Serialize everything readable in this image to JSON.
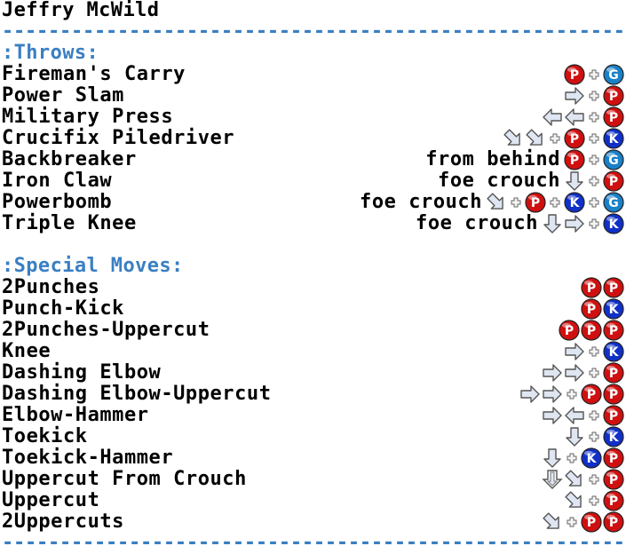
{
  "title": "Jeffry McWild",
  "separator": "--------------------------------------------------------",
  "colors": {
    "section": "#3a7fc2",
    "punch": "#d01010",
    "kick": "#1030c8",
    "guard": "#1a80c8",
    "arrow": "#dfe6f2"
  },
  "sections": [
    {
      "label": ":Throws:",
      "moves": [
        {
          "name": "Fireman's Carry",
          "note": "",
          "input": [
            "P",
            "+",
            "G"
          ]
        },
        {
          "name": "Power Slam",
          "note": "",
          "input": [
            "right",
            "+",
            "P"
          ]
        },
        {
          "name": "Military Press",
          "note": "",
          "input": [
            "left",
            "left",
            "+",
            "P"
          ]
        },
        {
          "name": "Crucifix Piledriver",
          "note": "",
          "input": [
            "downright",
            "downright",
            "+",
            "P",
            "+",
            "K"
          ]
        },
        {
          "name": "Backbreaker",
          "note": "from behind",
          "input": [
            "P",
            "+",
            "G"
          ]
        },
        {
          "name": "Iron Claw",
          "note": "foe crouch",
          "input": [
            "down",
            "+",
            "P"
          ]
        },
        {
          "name": "Powerbomb",
          "note": "foe crouch",
          "input": [
            "downright",
            "+",
            "P",
            "+",
            "K",
            "+",
            "G"
          ]
        },
        {
          "name": "Triple Knee",
          "note": "foe crouch",
          "input": [
            "down",
            "right",
            "+",
            "K"
          ]
        }
      ]
    },
    {
      "label": ":Special Moves:",
      "moves": [
        {
          "name": "2Punches",
          "note": "",
          "input": [
            "P",
            "P"
          ]
        },
        {
          "name": "Punch-Kick",
          "note": "",
          "input": [
            "P",
            "K"
          ]
        },
        {
          "name": "2Punches-Uppercut",
          "note": "",
          "input": [
            "P",
            "P",
            "P"
          ]
        },
        {
          "name": "Knee",
          "note": "",
          "input": [
            "right",
            "+",
            "K"
          ]
        },
        {
          "name": "Dashing Elbow",
          "note": "",
          "input": [
            "right",
            "right",
            "+",
            "P"
          ]
        },
        {
          "name": "Dashing Elbow-Uppercut",
          "note": "",
          "input": [
            "right",
            "right",
            "+",
            "P",
            "P"
          ]
        },
        {
          "name": "Elbow-Hammer",
          "note": "",
          "input": [
            "right",
            "left",
            "+",
            "P"
          ]
        },
        {
          "name": "Toekick",
          "note": "",
          "input": [
            "down",
            "+",
            "K"
          ]
        },
        {
          "name": "Toekick-Hammer",
          "note": "",
          "input": [
            "down",
            "+",
            "K",
            "P"
          ]
        },
        {
          "name": "Uppercut From Crouch",
          "note": "",
          "input": [
            "down-hold",
            "downright",
            "+",
            "P"
          ]
        },
        {
          "name": "Uppercut",
          "note": "",
          "input": [
            "downright",
            "+",
            "P"
          ]
        },
        {
          "name": "2Uppercuts",
          "note": "",
          "input": [
            "downright",
            "+",
            "P",
            "P"
          ]
        }
      ]
    }
  ]
}
